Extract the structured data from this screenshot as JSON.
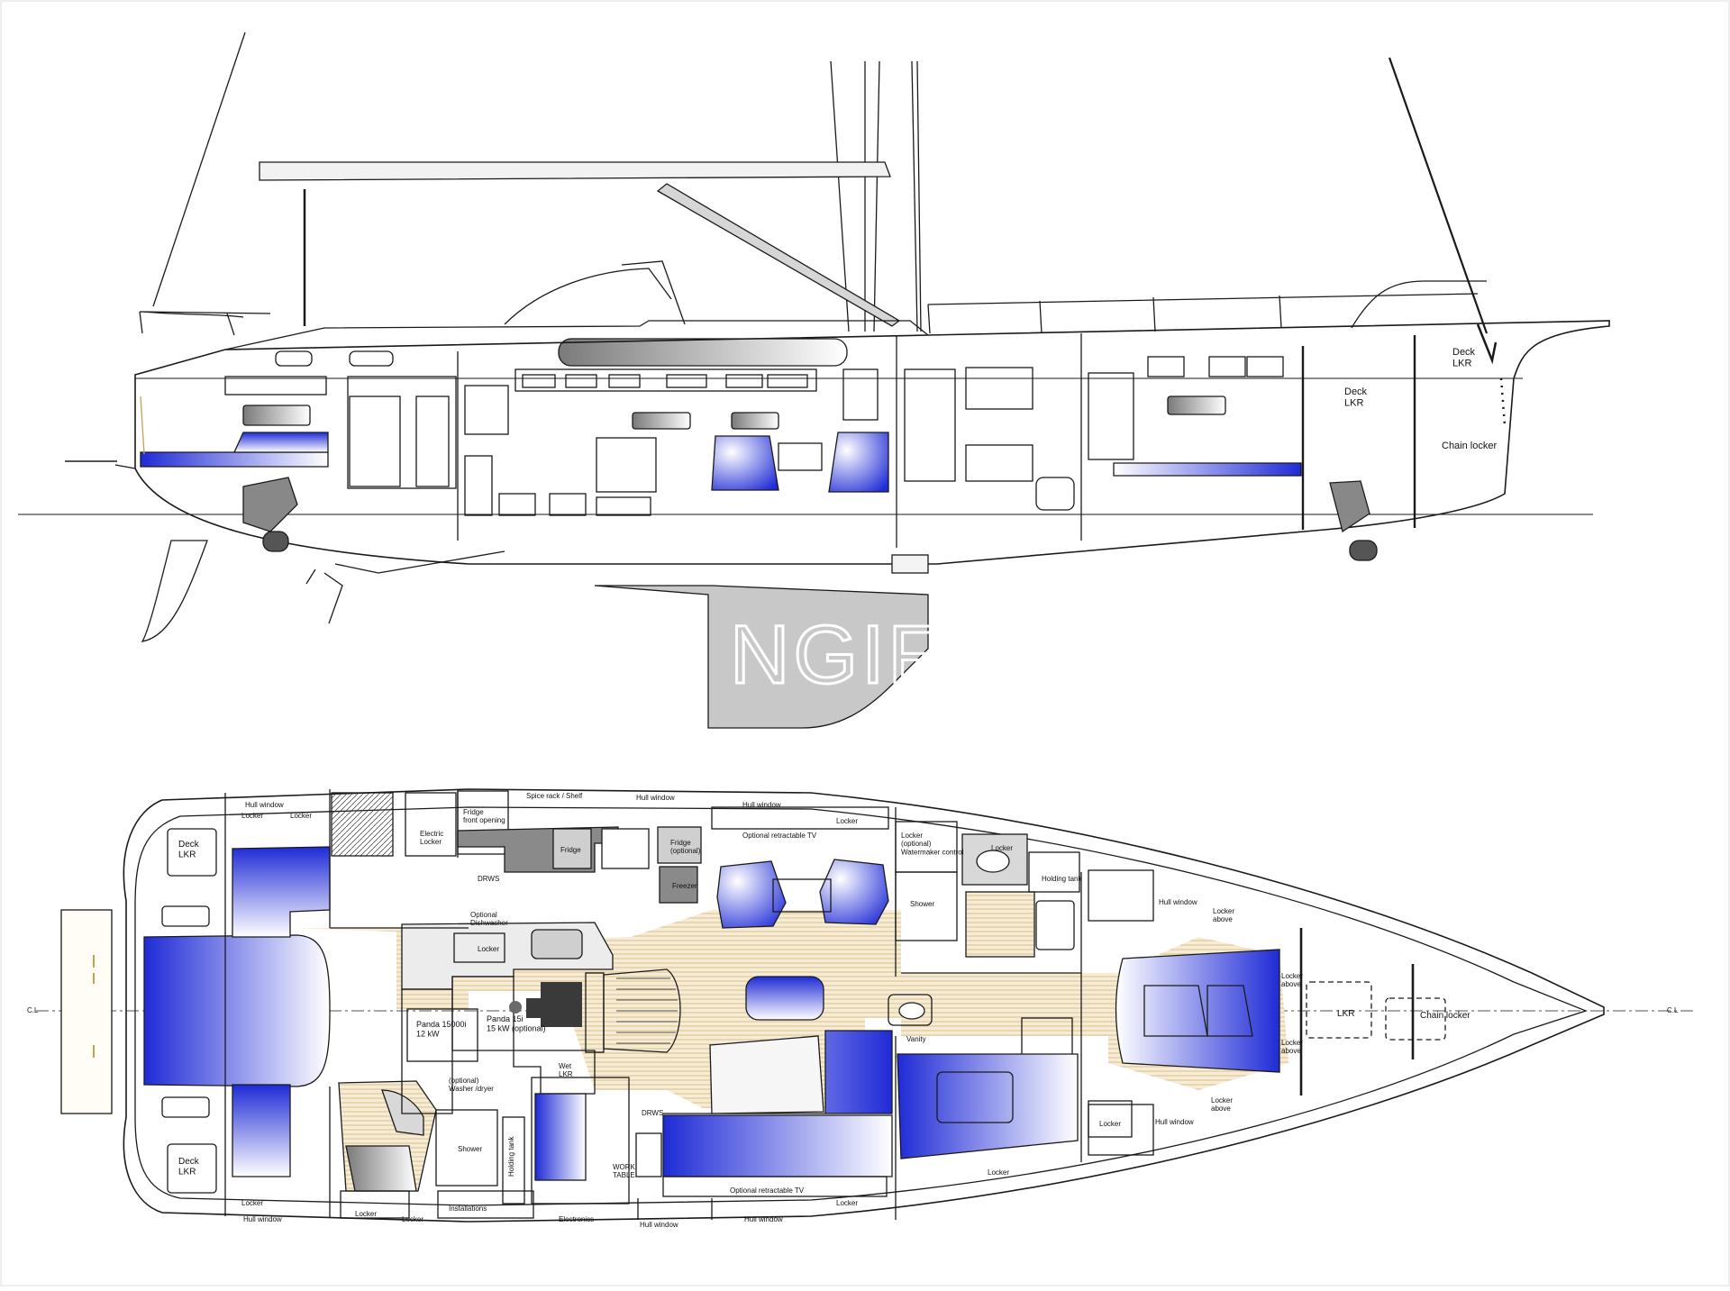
{
  "colors": {
    "line": "#1a1a1a",
    "cushion": "#1f2bd6",
    "sole": "#e8d8b4",
    "galley": "#8a8a8a",
    "keel": "#c8c8c8",
    "background": "#ffffff"
  },
  "watermark": "NGIF",
  "profile": {
    "labels": {
      "deck_lkr_fwd": "Deck\nLKR",
      "deck_lkr_mid": "Deck\nLKR",
      "chain_locker": "Chain  locker"
    }
  },
  "plan": {
    "labels": {
      "cl_left": "C.L",
      "cl_right": "C.L",
      "deck_lkr_port": "Deck\nLKR",
      "deck_lkr_stbd": "Deck\nLKR",
      "hull_window_aft_port": "Hull window",
      "locker_aft_port_1": "Locker",
      "locker_aft_port_2": "Locker",
      "electric_locker": "Electric\nLocker",
      "fridge_front_opening": "Fridge\nfront opening",
      "spice_rack": "Spice rack / Shelf",
      "hull_window_port_mid": "Hull window",
      "hull_window_port_fwd": "Hull window",
      "locker_port_salon": "Locker",
      "fridge": "Fridge",
      "fridge_optional": "Fridge\n(optional)",
      "freezer": "Freezer",
      "drws_galley": "DRWS",
      "optional_retractable_tv_port": "Optional  retractable TV",
      "optional_dishwasher": "Optional\nDishwasher",
      "locker_galley": "Locker",
      "locker_head_port": "Locker\n(optional)\nWatermaker  control",
      "locker_head_top": "Locker",
      "holding_tank_port": "Holding tank",
      "shower_port": "Shower",
      "hull_window_fwd_port": "Hull window",
      "locker_above_port": "Locker\nabove",
      "locker_above_fwd_1": "Locker\nabove",
      "locker_above_fwd_2": "Locker\nabove",
      "lkr_bow": "LKR",
      "chain_locker": "Chain  locker",
      "panda_15000i": "Panda 15000i\n12 kW",
      "panda_15i": "Panda 15i\n15 kW (optional)",
      "wet_lkr": "Wet\nLKR",
      "optional_washer": "(optional)\nWasher /dryer",
      "vanity": "Vanity",
      "locker_stbd_fwd": "Locker",
      "hull_window_fwd_stbd": "Hull window",
      "locker_above_stbd": "Locker\nabove",
      "shower_stbd": "Shower",
      "holding_tank_stbd": "Holding tank",
      "drws_salon": "DRWS",
      "work_table": "WORK\nTABLE",
      "optional_retractable_tv_stbd": "Optional  retractable TV",
      "locker_stbd_aft_1": "Locker",
      "locker_stbd_aft_2": "Locker",
      "locker_stbd_aft_3": "Locker",
      "hull_window_aft_stbd": "Hull window",
      "installations": "Installations",
      "electronics": "Electronics",
      "hull_window_stbd_mid": "Hull window",
      "hull_window_stbd_fwd": "Hull window",
      "locker_stbd_salon": "Locker",
      "locker_stbd_owner": "Locker"
    }
  }
}
